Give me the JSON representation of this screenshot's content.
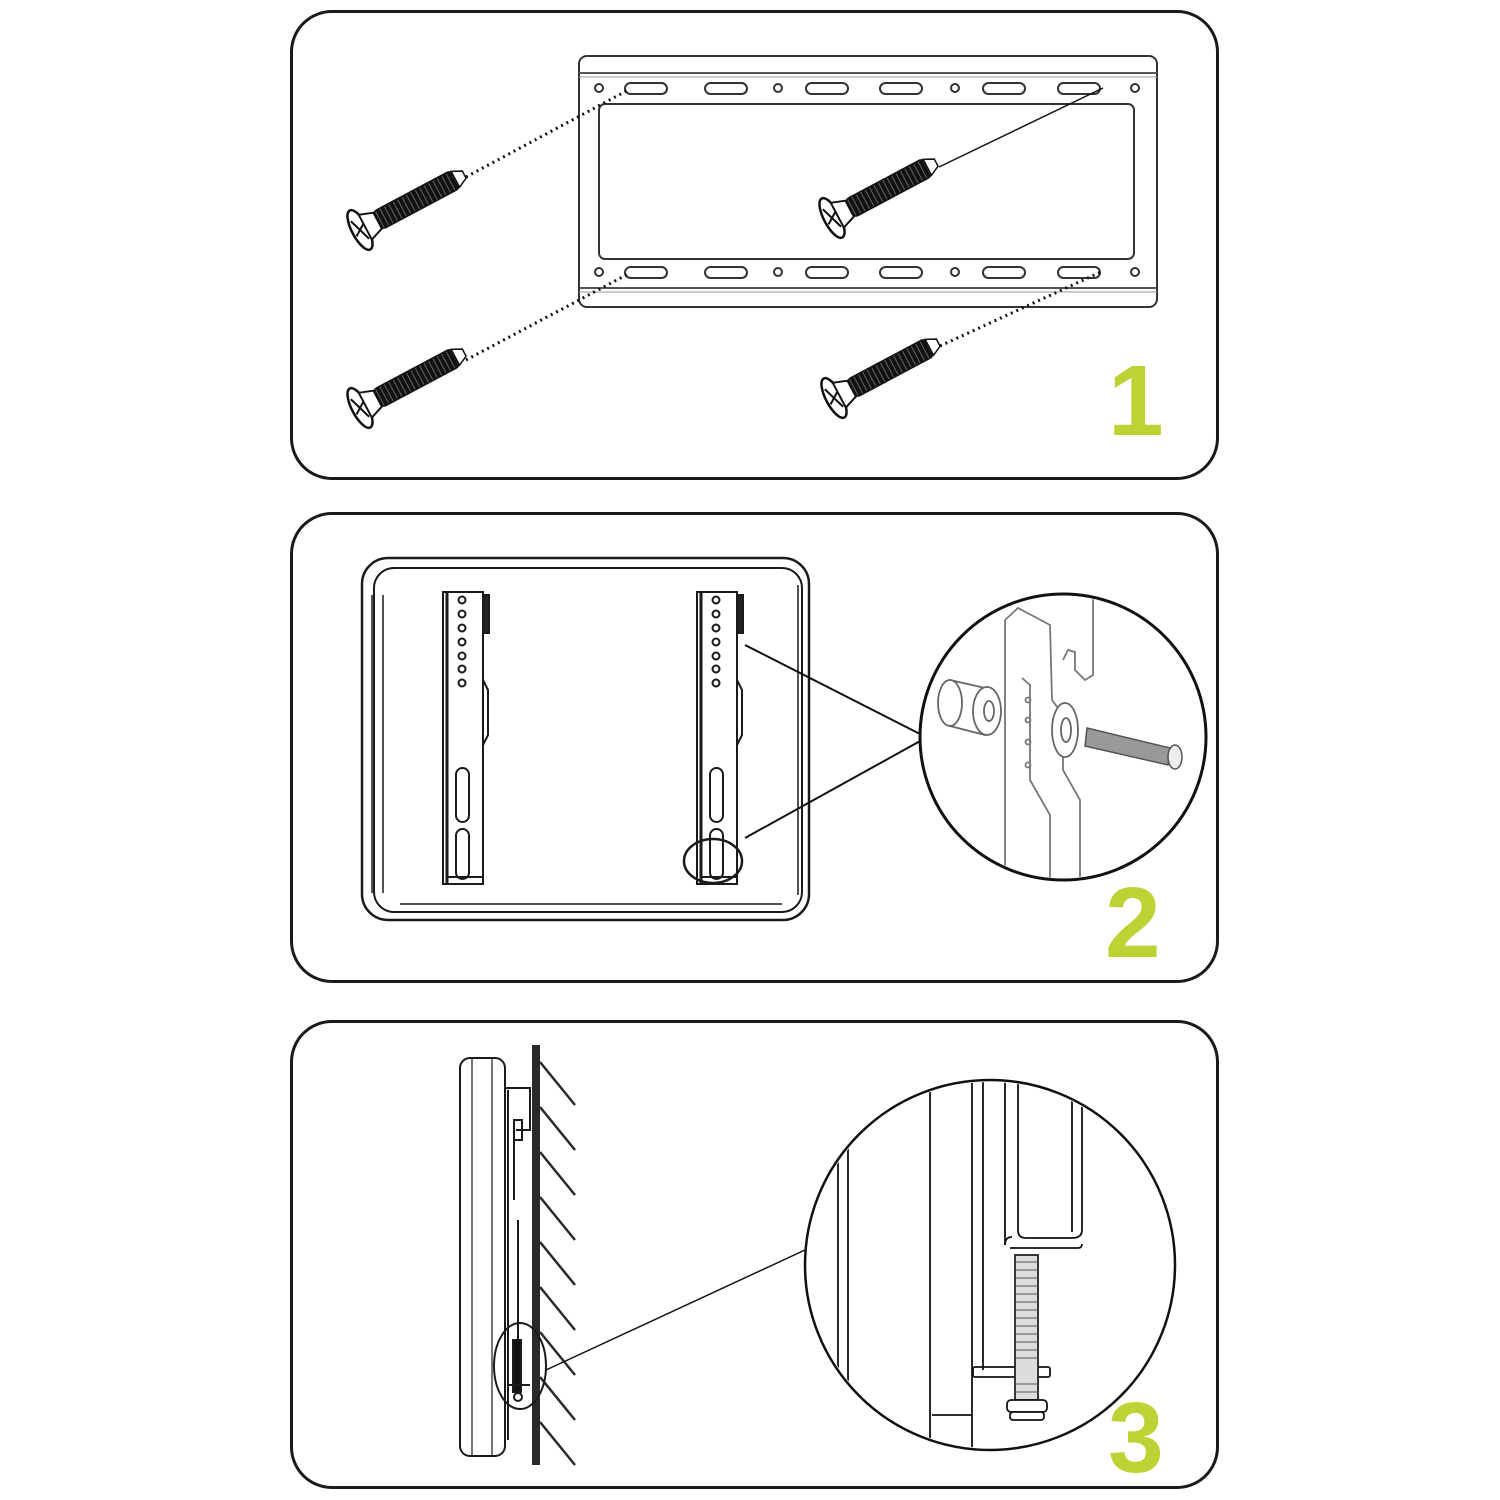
{
  "diagram": {
    "accent_color": "#bcd235",
    "line_color": "#1a1a1a",
    "steps": [
      {
        "number": "1",
        "description_icons": [
          "wall-plate-icon",
          "screw-icon",
          "screw-icon",
          "screw-icon",
          "screw-icon"
        ]
      },
      {
        "number": "2",
        "description_icons": [
          "tv-back-icon",
          "bracket-icon",
          "bracket-icon",
          "magnifier-detail-icon",
          "spacer-icon",
          "washer-icon",
          "bolt-icon"
        ]
      },
      {
        "number": "3",
        "description_icons": [
          "tv-side-icon",
          "wall-icon",
          "magnifier-detail-icon",
          "locking-screw-icon"
        ]
      }
    ]
  }
}
